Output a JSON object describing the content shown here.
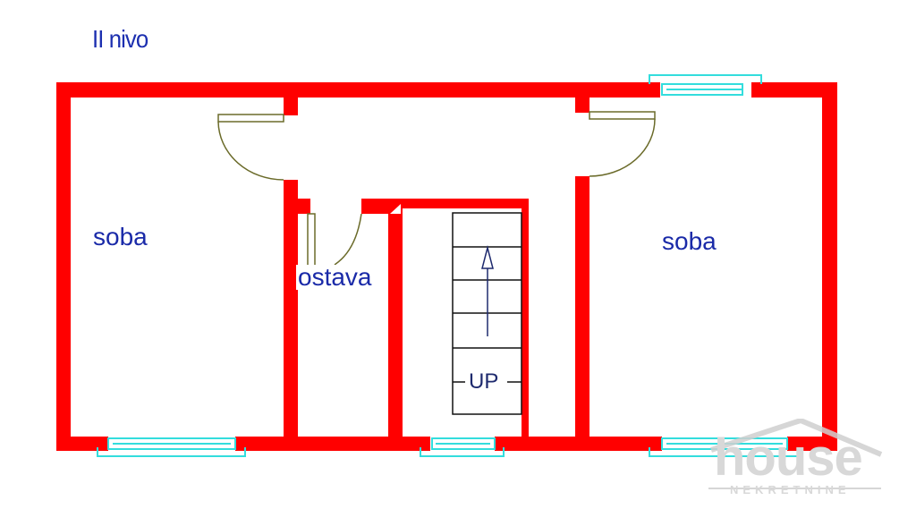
{
  "title": "II nivo",
  "rooms": [
    {
      "label": "soba",
      "position": "left"
    },
    {
      "label": "ostava",
      "position": "center-left"
    },
    {
      "label": "soba",
      "position": "right"
    }
  ],
  "stairs": {
    "label": "UP",
    "direction": "up"
  },
  "watermark": {
    "brand": "house",
    "sub": "NEKRETNINE"
  },
  "colors": {
    "wall": "#ff0000",
    "window": "#33dddd",
    "door": "#6b6b2a",
    "text": "#1a2aa8"
  }
}
